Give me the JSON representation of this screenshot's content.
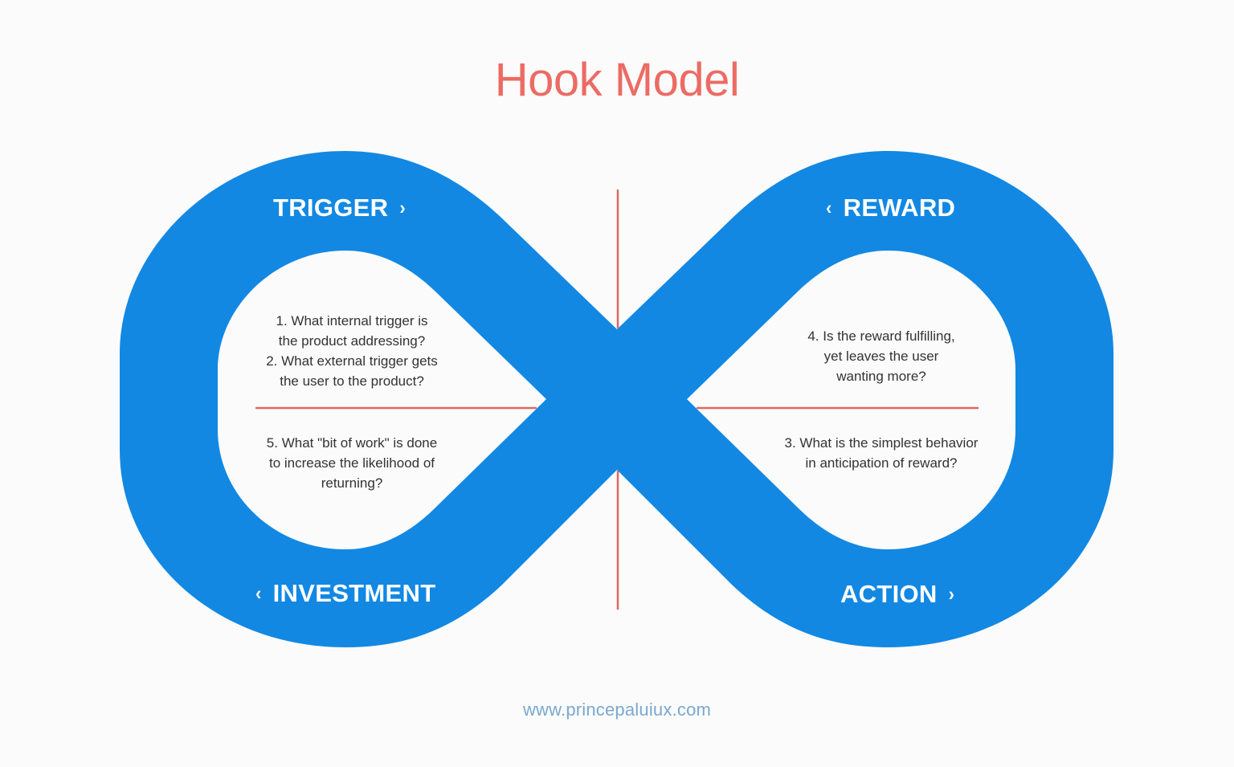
{
  "title": "Hook Model",
  "colors": {
    "background": "#fbfbfb",
    "loop_fill": "#1288e3",
    "title": "#ec6b64",
    "divider": "#e0685f",
    "label_text": "#ffffff",
    "question_text": "#333333",
    "footer": "#7aa8d2"
  },
  "stages": {
    "trigger": {
      "label": "TRIGGER",
      "arrow": "›",
      "arrow_icon": "chevron-right-icon"
    },
    "reward": {
      "label": "REWARD",
      "arrow": "‹",
      "arrow_icon": "chevron-left-icon"
    },
    "investment": {
      "label": "INVESTMENT",
      "arrow": "‹",
      "arrow_icon": "chevron-left-icon"
    },
    "action": {
      "label": "ACTION",
      "arrow": "›",
      "arrow_icon": "chevron-right-icon"
    }
  },
  "questions": {
    "trigger": "1.  What internal trigger is\nthe product addressing?\n2.  What external trigger gets\nthe user to the product?",
    "investment": "5. What \"bit of work\" is done\nto increase the likelihood of\nreturning?",
    "reward": "4. Is the reward fulfilling,\nyet leaves the user\nwanting more?",
    "action": "3. What is the simplest behavior\nin anticipation of reward?"
  },
  "footer": "www.princepaluiux.com"
}
